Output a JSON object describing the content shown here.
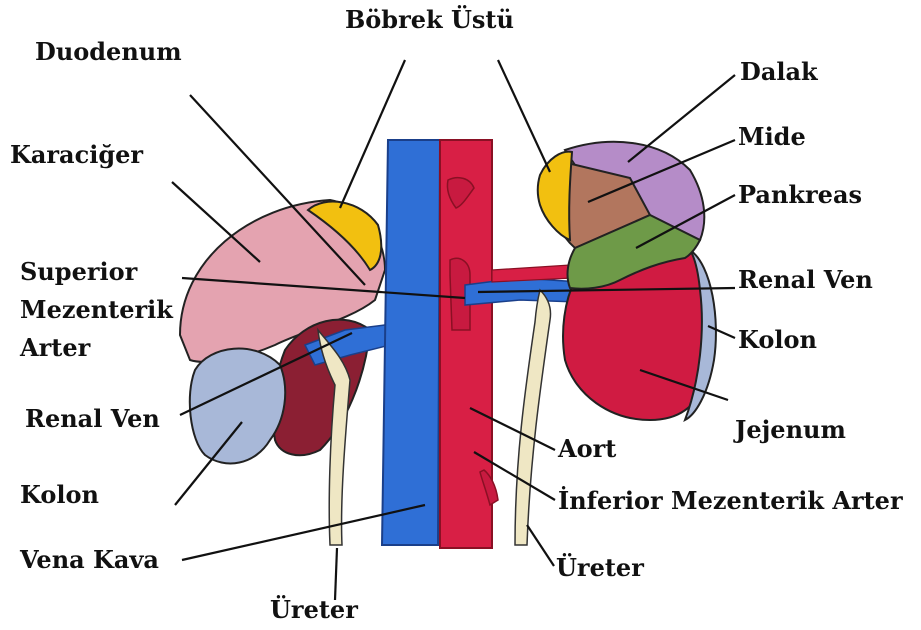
{
  "labels": {
    "bobrek_ustu": "Böbrek Üstü",
    "duodenum": "Duodenum",
    "karaciger": "Karaciğer",
    "superior_line1": "Superior",
    "superior_line2": "Mezenterik",
    "superior_line3": "Arter",
    "renal_ven_left": "Renal Ven",
    "kolon_left": "Kolon",
    "vena_kava": "Vena Kava",
    "ureter_bottom": "Üreter",
    "dalak": "Dalak",
    "mide": "Mide",
    "pankreas": "Pankreas",
    "renal_ven_right": "Renal Ven",
    "kolon_right": "Kolon",
    "jejenum": "Jejenum",
    "aort": "Aort",
    "inferior_mezenterik_arter": "İnferior Mezenterik Arter",
    "ureter_right": "Üreter"
  },
  "colors": {
    "vena_cava": "#2f6fd6",
    "aorta": "#d81f45",
    "liver": "#e4a3b0",
    "kidney_dark": "#8b1f33",
    "adrenal": "#f2c010",
    "colon": "#a8b8d8",
    "spleen": "#b58cc8",
    "stomach": "#b2765e",
    "pancreas": "#6e9a48",
    "jejunum": "#d01b42",
    "ureter": "#efe7c4"
  }
}
